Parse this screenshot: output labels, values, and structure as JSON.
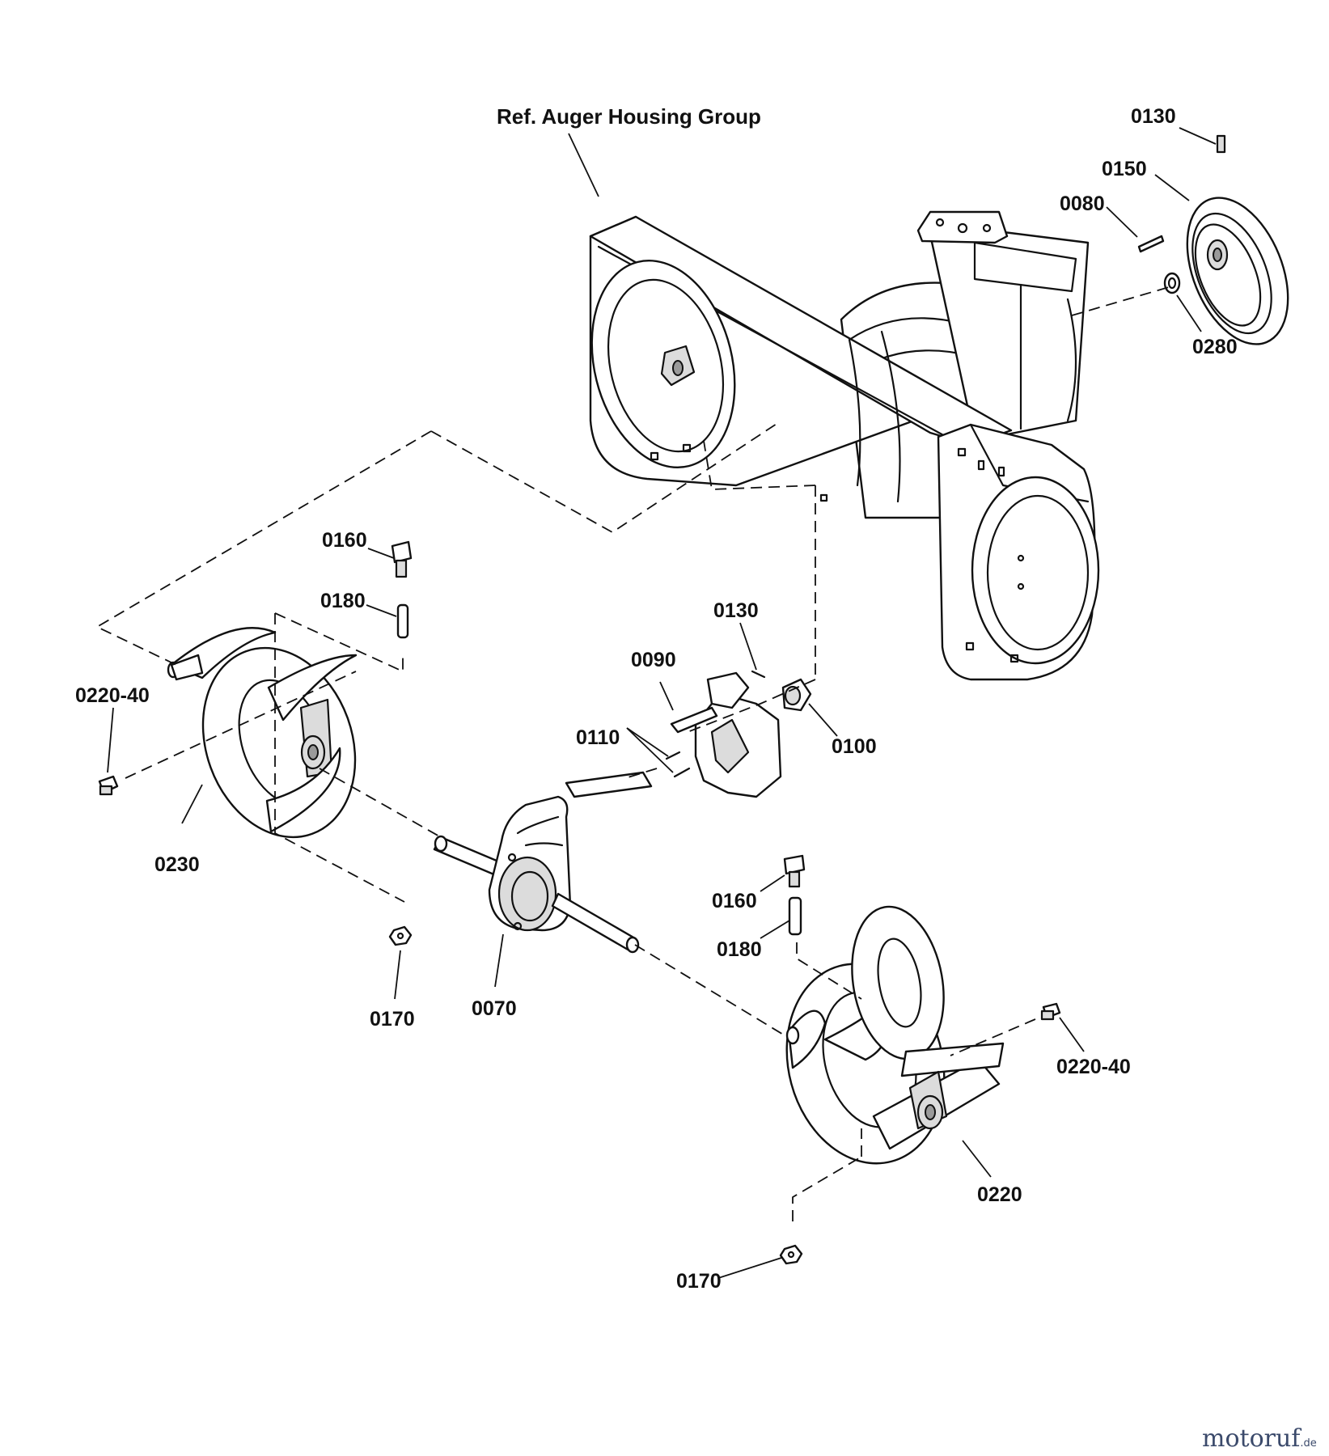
{
  "diagram": {
    "reference_label": "Ref. Auger Housing Group",
    "parts": {
      "p0130_top": "0130",
      "p0150": "0150",
      "p0080": "0080",
      "p0280": "0280",
      "p0160_left": "0160",
      "p0180_left": "0180",
      "p0220_40_left": "0220-40",
      "p0230": "0230",
      "p0170_left": "0170",
      "p0070": "0070",
      "p0090": "0090",
      "p0110": "0110",
      "p0130_mid": "0130",
      "p0100": "0100",
      "p0160_right": "0160",
      "p0180_right": "0180",
      "p0220_40_right": "0220-40",
      "p0220": "0220",
      "p0170_right": "0170"
    }
  },
  "watermark": {
    "part1": "moto",
    "part2": "ruf",
    "suffix": ".de"
  }
}
